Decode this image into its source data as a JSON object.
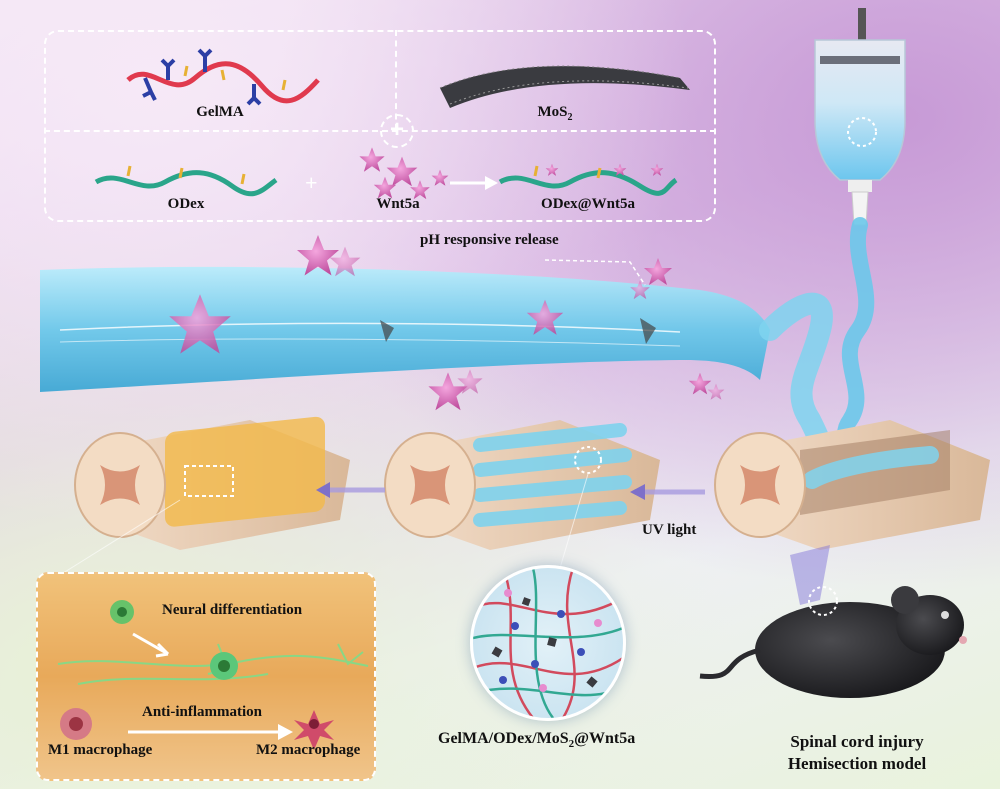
{
  "components": {
    "gelma": "GelMA",
    "mos2_base": "MoS",
    "mos2_sub": "2",
    "odex": "ODex",
    "plus": "+",
    "wnt5a": "Wnt5a",
    "odex_wnt5a": "ODex@Wnt5a",
    "combine": "+"
  },
  "process": {
    "ph_release": "pH responsive release",
    "uv_light": "UV light"
  },
  "inset": {
    "neural": "Neural differentiation",
    "anti_inflammation": "Anti-inflammation",
    "m1": "M1 macrophage",
    "m2": "M2 macrophage"
  },
  "hydrogel": {
    "prefix": "GelMA/ODex/MoS",
    "sub": "2",
    "suffix": "@Wnt5a"
  },
  "model": {
    "line1": "Spinal cord injury",
    "line2": "Hemisection model"
  },
  "colors": {
    "gelma_strand": "#e03a4e",
    "odex_strand": "#2aa58a",
    "wnt5a_star": "#d86ab8",
    "hydrogel_blue": "#7fd3ee",
    "spinal_tissue": "#f3dcc4"
  }
}
